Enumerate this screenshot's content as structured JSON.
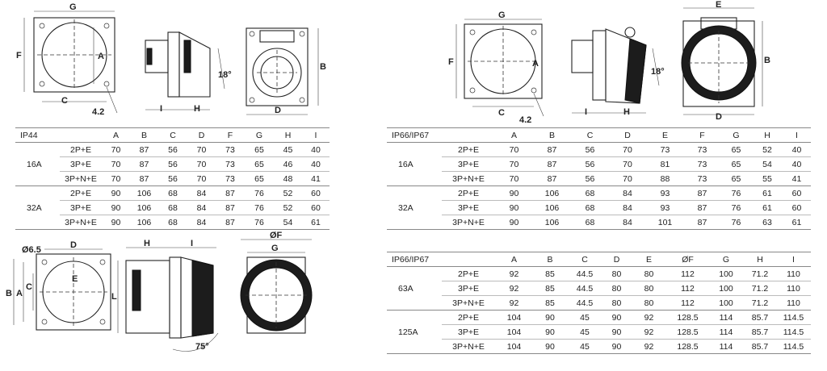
{
  "drawing_labels": {
    "top_left": {
      "g": "G",
      "f": "F",
      "a": "A",
      "c": "C",
      "angle": "4.2",
      "angle2": "18°",
      "i": "I",
      "h": "H",
      "b": "B",
      "d": "D"
    },
    "top_right": {
      "g": "G",
      "f": "F",
      "a": "A",
      "c": "C",
      "angle": "4.2",
      "angle2": "18°",
      "i": "I",
      "h": "H",
      "e": "E",
      "b": "B",
      "d": "D"
    },
    "bottom_left": {
      "hole": "Ø6.5",
      "d": "D",
      "b": "B",
      "a": "A",
      "c": "C",
      "e": "E",
      "h": "H",
      "i": "I",
      "l": "L",
      "angle": "75°",
      "of": "ØF",
      "g": "G"
    }
  },
  "tables": {
    "ip44": {
      "headers": [
        "IP44",
        "",
        "A",
        "B",
        "C",
        "D",
        "F",
        "G",
        "H",
        "I"
      ],
      "groups": [
        {
          "rating": "16A",
          "rows": [
            {
              "type": "2P+E",
              "values": [
                "70",
                "87",
                "56",
                "70",
                "73",
                "65",
                "45",
                "40"
              ]
            },
            {
              "type": "3P+E",
              "values": [
                "70",
                "87",
                "56",
                "70",
                "73",
                "65",
                "46",
                "40"
              ]
            },
            {
              "type": "3P+N+E",
              "values": [
                "70",
                "87",
                "56",
                "70",
                "73",
                "65",
                "48",
                "41"
              ]
            }
          ]
        },
        {
          "rating": "32A",
          "rows": [
            {
              "type": "2P+E",
              "values": [
                "90",
                "106",
                "68",
                "84",
                "87",
                "76",
                "52",
                "60"
              ]
            },
            {
              "type": "3P+E",
              "values": [
                "90",
                "106",
                "68",
                "84",
                "87",
                "76",
                "52",
                "60"
              ]
            },
            {
              "type": "3P+N+E",
              "values": [
                "90",
                "106",
                "68",
                "84",
                "87",
                "76",
                "54",
                "61"
              ]
            }
          ]
        }
      ]
    },
    "ip66_small": {
      "headers": [
        "IP66/IP67",
        "",
        "A",
        "B",
        "C",
        "D",
        "E",
        "F",
        "G",
        "H",
        "I"
      ],
      "groups": [
        {
          "rating": "16A",
          "rows": [
            {
              "type": "2P+E",
              "values": [
                "70",
                "87",
                "56",
                "70",
                "73",
                "73",
                "65",
                "52",
                "40"
              ]
            },
            {
              "type": "3P+E",
              "values": [
                "70",
                "87",
                "56",
                "70",
                "81",
                "73",
                "65",
                "54",
                "40"
              ]
            },
            {
              "type": "3P+N+E",
              "values": [
                "70",
                "87",
                "56",
                "70",
                "88",
                "73",
                "65",
                "55",
                "41"
              ]
            }
          ]
        },
        {
          "rating": "32A",
          "rows": [
            {
              "type": "2P+E",
              "values": [
                "90",
                "106",
                "68",
                "84",
                "93",
                "87",
                "76",
                "61",
                "60"
              ]
            },
            {
              "type": "3P+E",
              "values": [
                "90",
                "106",
                "68",
                "84",
                "93",
                "87",
                "76",
                "61",
                "60"
              ]
            },
            {
              "type": "3P+N+E",
              "values": [
                "90",
                "106",
                "68",
                "84",
                "101",
                "87",
                "76",
                "63",
                "61"
              ]
            }
          ]
        }
      ]
    },
    "ip66_large": {
      "headers": [
        "IP66/IP67",
        "",
        "A",
        "B",
        "C",
        "D",
        "E",
        "ØF",
        "G",
        "H",
        "I"
      ],
      "groups": [
        {
          "rating": "63A",
          "rows": [
            {
              "type": "2P+E",
              "values": [
                "92",
                "85",
                "44.5",
                "80",
                "80",
                "112",
                "100",
                "71.2",
                "110"
              ]
            },
            {
              "type": "3P+E",
              "values": [
                "92",
                "85",
                "44.5",
                "80",
                "80",
                "112",
                "100",
                "71.2",
                "110"
              ]
            },
            {
              "type": "3P+N+E",
              "values": [
                "92",
                "85",
                "44.5",
                "80",
                "80",
                "112",
                "100",
                "71.2",
                "110"
              ]
            }
          ]
        },
        {
          "rating": "125A",
          "rows": [
            {
              "type": "2P+E",
              "values": [
                "104",
                "90",
                "45",
                "90",
                "92",
                "128.5",
                "114",
                "85.7",
                "114.5"
              ]
            },
            {
              "type": "3P+E",
              "values": [
                "104",
                "90",
                "45",
                "90",
                "92",
                "128.5",
                "114",
                "85.7",
                "114.5"
              ]
            },
            {
              "type": "3P+N+E",
              "values": [
                "104",
                "90",
                "45",
                "90",
                "92",
                "128.5",
                "114",
                "85.7",
                "114.5"
              ]
            }
          ]
        }
      ]
    }
  }
}
